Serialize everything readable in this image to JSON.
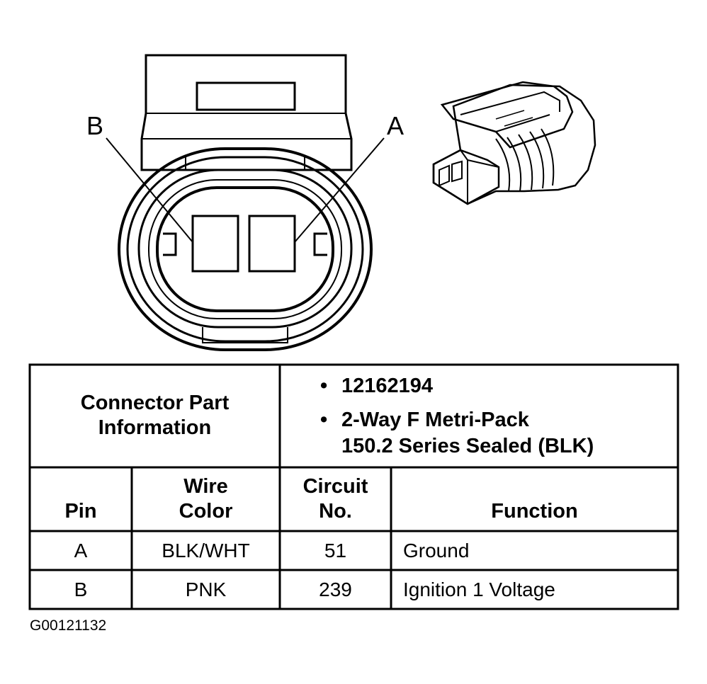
{
  "pins": {
    "left": "B",
    "right": "A"
  },
  "connector_info": {
    "label_line1": "Connector Part",
    "label_line2": "Information",
    "bullet": "•",
    "part_number": "12162194",
    "desc_line1": "2-Way F Metri-Pack",
    "desc_line2": "150.2 Series Sealed (BLK)"
  },
  "columns": {
    "pin": "Pin",
    "wire_color_1": "Wire",
    "wire_color_2": "Color",
    "circuit_1": "Circuit",
    "circuit_2": "No.",
    "function": "Function"
  },
  "rows": [
    {
      "pin": "A",
      "wire_color": "BLK/WHT",
      "circuit": "51",
      "function": "Ground"
    },
    {
      "pin": "B",
      "wire_color": "PNK",
      "circuit": "239",
      "function": "Ignition 1 Voltage"
    }
  ],
  "figure_id": "G00121132"
}
